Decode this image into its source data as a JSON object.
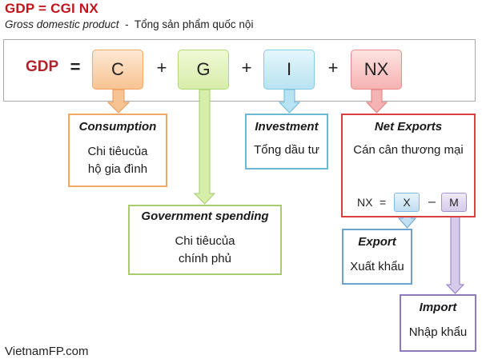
{
  "header": {
    "title": "GDP = CGI NX",
    "subtitle_en": "Gross domestic product",
    "subtitle_sep": "-",
    "subtitle_vi": "Tổng sản phẩm quốc nội"
  },
  "formula": {
    "lhs": "GDP",
    "equals": "=",
    "plus": "+",
    "terms": {
      "c": "C",
      "g": "G",
      "i": "I",
      "nx": "NX"
    }
  },
  "boxes": {
    "consumption": {
      "heading": "Consumption",
      "line1": "Chi tiêucủa",
      "line2": "hộ gia đình"
    },
    "government": {
      "heading": "Government spending",
      "line1": "Chi tiêucủa",
      "line2": "chính phủ"
    },
    "investment": {
      "heading": "Investment",
      "line1": "Tổng dầu tư"
    },
    "net_exports": {
      "heading": "Net Exports",
      "line1": "Cán cân thương mại",
      "equation": {
        "lhs": "NX",
        "equals": "=",
        "x": "X",
        "minus": "–",
        "m": "M"
      }
    },
    "export": {
      "heading": "Export",
      "line1": "Xuất khẩu"
    },
    "import": {
      "heading": "Import",
      "line1": "Nhập khẩu"
    }
  },
  "colors": {
    "title": "#c0151b",
    "c": "#f8c392",
    "g": "#d7edaa",
    "i": "#b8e3f2",
    "nx": "#f6b3b3",
    "x": "#c1def2",
    "m": "#d6cbea"
  },
  "footer": {
    "watermark": "VietnamFP.com"
  }
}
